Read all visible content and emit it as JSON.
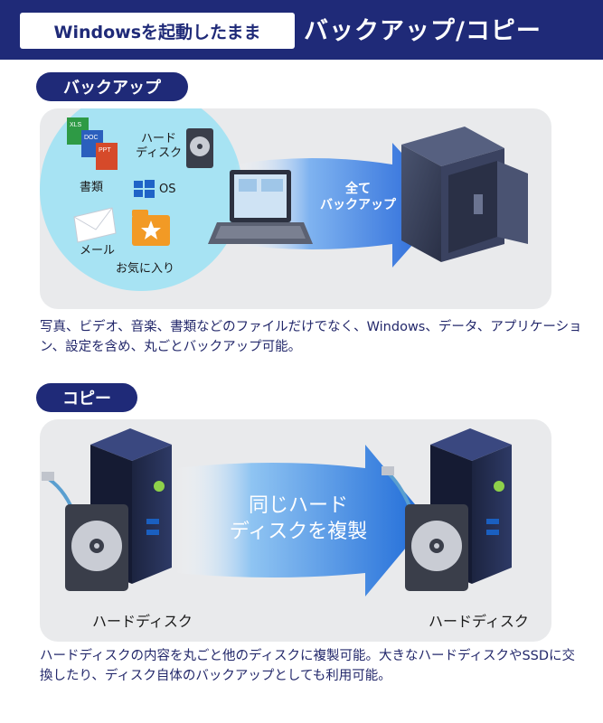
{
  "header": {
    "box_label": "Windowsを起動したまま",
    "title": "バックアップ/コピー"
  },
  "backup": {
    "pill_label": "バックアップ",
    "labels": {
      "hard_disk": "ハード\nディスク",
      "documents": "書類",
      "os": "OS",
      "mail": "メール",
      "favorites": "お気に入り"
    },
    "arrow_text": "全て\nバックアップ",
    "description": "写真、ビデオ、音楽、書類などのファイルだけでなく、Windows、データ、アプリケーション、設定を含め、丸ごとバックアップ可能。"
  },
  "copy": {
    "pill_label": "コピー",
    "arrow_text": "同じハード\nディスクを複製",
    "left_label": "ハードディスク",
    "right_label": "ハードディスク",
    "description": "ハードディスクの内容を丸ごと他のディスクに複製可能。大きなハードディスクやSSDに交換したり、ディスク自体のバックアップとしても利用可能。"
  },
  "icons": {
    "file_icons": [
      "XLS",
      "DOC",
      "PPT"
    ]
  },
  "colors": {
    "navy": "#1f2a78",
    "arrow_blue": "#1e5fd6",
    "panel_bg": "#e9eaec",
    "circle_bg": "#a7e3f3"
  }
}
